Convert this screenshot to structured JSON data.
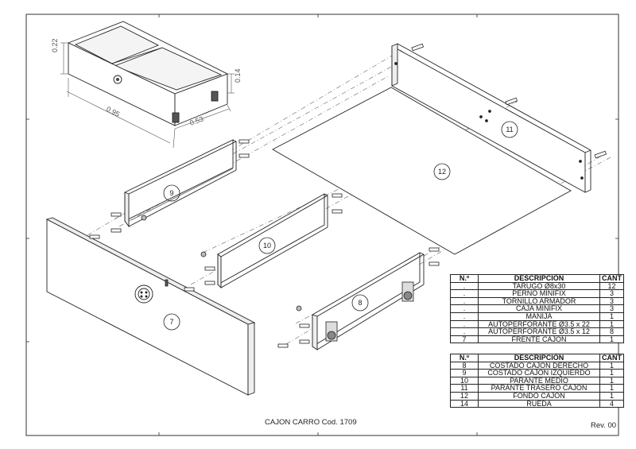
{
  "title_block": {
    "title": "CAJON CARRO  Cod. 1709",
    "revision": "Rev. 00"
  },
  "dimensions": {
    "height": "0.22",
    "width": "0.95",
    "depth": "0.53",
    "drawer_height": "0.14"
  },
  "balloons": {
    "b7": "7",
    "b8": "8",
    "b9": "9",
    "b10": "10",
    "b11": "11",
    "b12": "12"
  },
  "table_hardware": {
    "headers": {
      "n": "N.º",
      "desc": "DESCRIPCIÓN",
      "qty": "CANT"
    },
    "rows": [
      {
        "n": ".",
        "desc": "TARUGO Ø8x30",
        "qty": "12"
      },
      {
        "n": ".",
        "desc": "PERNO MINIFIX",
        "qty": "3"
      },
      {
        "n": ".",
        "desc": "TORNILLO ARMADOR",
        "qty": "3"
      },
      {
        "n": ".",
        "desc": "CAJA MINIFIX",
        "qty": "3"
      },
      {
        "n": ".",
        "desc": "MANIJA",
        "qty": "1"
      },
      {
        "n": ".",
        "desc": "AUTOPERFORANTE  Ø3.5 x 22",
        "qty": "1"
      },
      {
        "n": ".",
        "desc": "AUTOPERFORANTE  Ø3.5 x 12",
        "qty": "8"
      },
      {
        "n": "7",
        "desc": "FRENTE CAJON",
        "qty": "1"
      }
    ]
  },
  "table_parts": {
    "headers": {
      "n": "N.º",
      "desc": "DESCRIPCIÓN",
      "qty": "CANT"
    },
    "rows": [
      {
        "n": "8",
        "desc": "COSTADO CAJON  DERECHO",
        "qty": "1"
      },
      {
        "n": "9",
        "desc": "COSTADO CAJON IZQUIERDO",
        "qty": "1"
      },
      {
        "n": "10",
        "desc": "PARANTE MEDIO",
        "qty": "1"
      },
      {
        "n": "11",
        "desc": "PARANTE TRASERO CAJON",
        "qty": "1"
      },
      {
        "n": "12",
        "desc": "FONDO CAJON",
        "qty": "1"
      },
      {
        "n": "14",
        "desc": "RUEDA",
        "qty": "4"
      }
    ]
  }
}
